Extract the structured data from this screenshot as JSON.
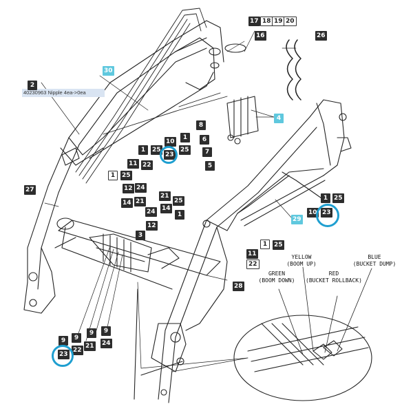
{
  "parts_label": "40230963 Nipple 4ea->0ea",
  "callouts": [
    "17",
    "18",
    "19",
    "20",
    "16",
    "26",
    "30",
    "2",
    "4",
    "8",
    "6",
    "7",
    "5",
    "10",
    "23",
    "1",
    "25",
    "11",
    "22",
    "27",
    "21",
    "24",
    "12",
    "14",
    "3",
    "9",
    "28",
    "29"
  ],
  "callout_text": {
    "c17": "17",
    "c18": "18",
    "c19": "19",
    "c20": "20",
    "c16": "16",
    "c26": "26",
    "c30": "30",
    "c2": "2",
    "c4": "4",
    "c8": "8",
    "c6": "6",
    "c7": "7",
    "c5": "5",
    "c10": "10",
    "c23": "23",
    "c1": "1",
    "c25": "25",
    "c11": "11",
    "c22": "22",
    "c27": "27",
    "c21": "21",
    "c24": "24",
    "c12": "12",
    "c14": "14",
    "c3": "3",
    "c9": "9",
    "c28": "28",
    "c29": "29"
  },
  "hose_labels": {
    "yellow": "YELLOW\n(BOOM UP)",
    "blue": "BLUE\n(BUCKET DUMP)",
    "green": "GREEN\n(BOOM DOWN)",
    "red": "RED\n(BUCKET ROLLBACK)"
  },
  "highlight_color": "#1f9fd0"
}
